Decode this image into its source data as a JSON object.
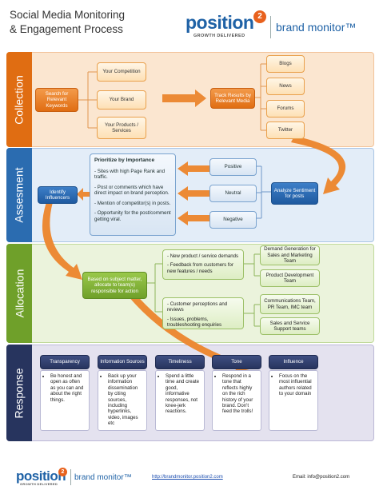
{
  "header": {
    "title": "Social Media Monitoring\n& Engagement Process",
    "logo_word": "position",
    "logo_superscript": "2",
    "logo_tagline": "GROWTH DELIVERED",
    "brand": "brand monitor™"
  },
  "sections": {
    "collection": "Collection",
    "assessment": "Assesment",
    "allocation": "Allocation",
    "response": "Response"
  },
  "collection": {
    "search": "Search for Relevant Keywords",
    "competition": "Your Competition",
    "brand": "Your Brand",
    "products": "Your Products / Services",
    "track": "Track Results by Relevant Media",
    "media": [
      "Blogs",
      "News",
      "Forums",
      "Twitter"
    ]
  },
  "assessment": {
    "prioritize_title": "Prioritize by Importance",
    "prioritize_items": [
      "- Sites with high Page Rank and traffic.",
      "- Post or comments which have direct impact on brand perception.",
      "- Mention of competitor(s) in posts.",
      "- Opportunity for the post/comment getting viral."
    ],
    "identify": "Identify Influencers",
    "sentiments": [
      "Positive",
      "Neutral",
      "Negative"
    ],
    "analyze": "Analyze Sentiment for posts"
  },
  "allocation": {
    "allocate": "Based on subject matter, allocate to team(s) responsible for action",
    "upper_items": [
      "- New product / service demands",
      "- Feedback from customers for new features / needs"
    ],
    "lower_items": [
      "- Customer perceptions and reviews",
      "- Issues, problems, troubleshooting enquiries"
    ],
    "teams": [
      "Demand Generation for Sales and Marketing Team",
      "Product Development Team",
      "Communications Team, PR Team, IMC team",
      "Sales and Service Support teams"
    ]
  },
  "response": {
    "columns": [
      {
        "header": "Transparency",
        "text": "Be honest and open as often as you can and about the right things."
      },
      {
        "header": "Information Sources",
        "text": "Back up your information dissemination by citing sources, including hyperlinks, video, images etc"
      },
      {
        "header": "Timeliness",
        "text": "Spend a little time and create good, informative responses, not knee-jerk reactions."
      },
      {
        "header": "Tone",
        "text": "Respond in a tone that reflects highly on the rich history of your brand. Don't feed the trolls!"
      },
      {
        "header": "Influence",
        "text": "Focus on the most influential authors related to your domain"
      }
    ]
  },
  "footer": {
    "logo_word": "position",
    "logo_superscript": "2",
    "logo_tagline": "GROWTH DELIVERED",
    "brand": "brand monitor™",
    "link": "http://brandmonitor.position2.com",
    "email": "Email: info@position2.com"
  },
  "colors": {
    "collection": "#e06d12",
    "assessment": "#2b6cb0",
    "allocation": "#6fa02a",
    "response": "#27345e"
  }
}
